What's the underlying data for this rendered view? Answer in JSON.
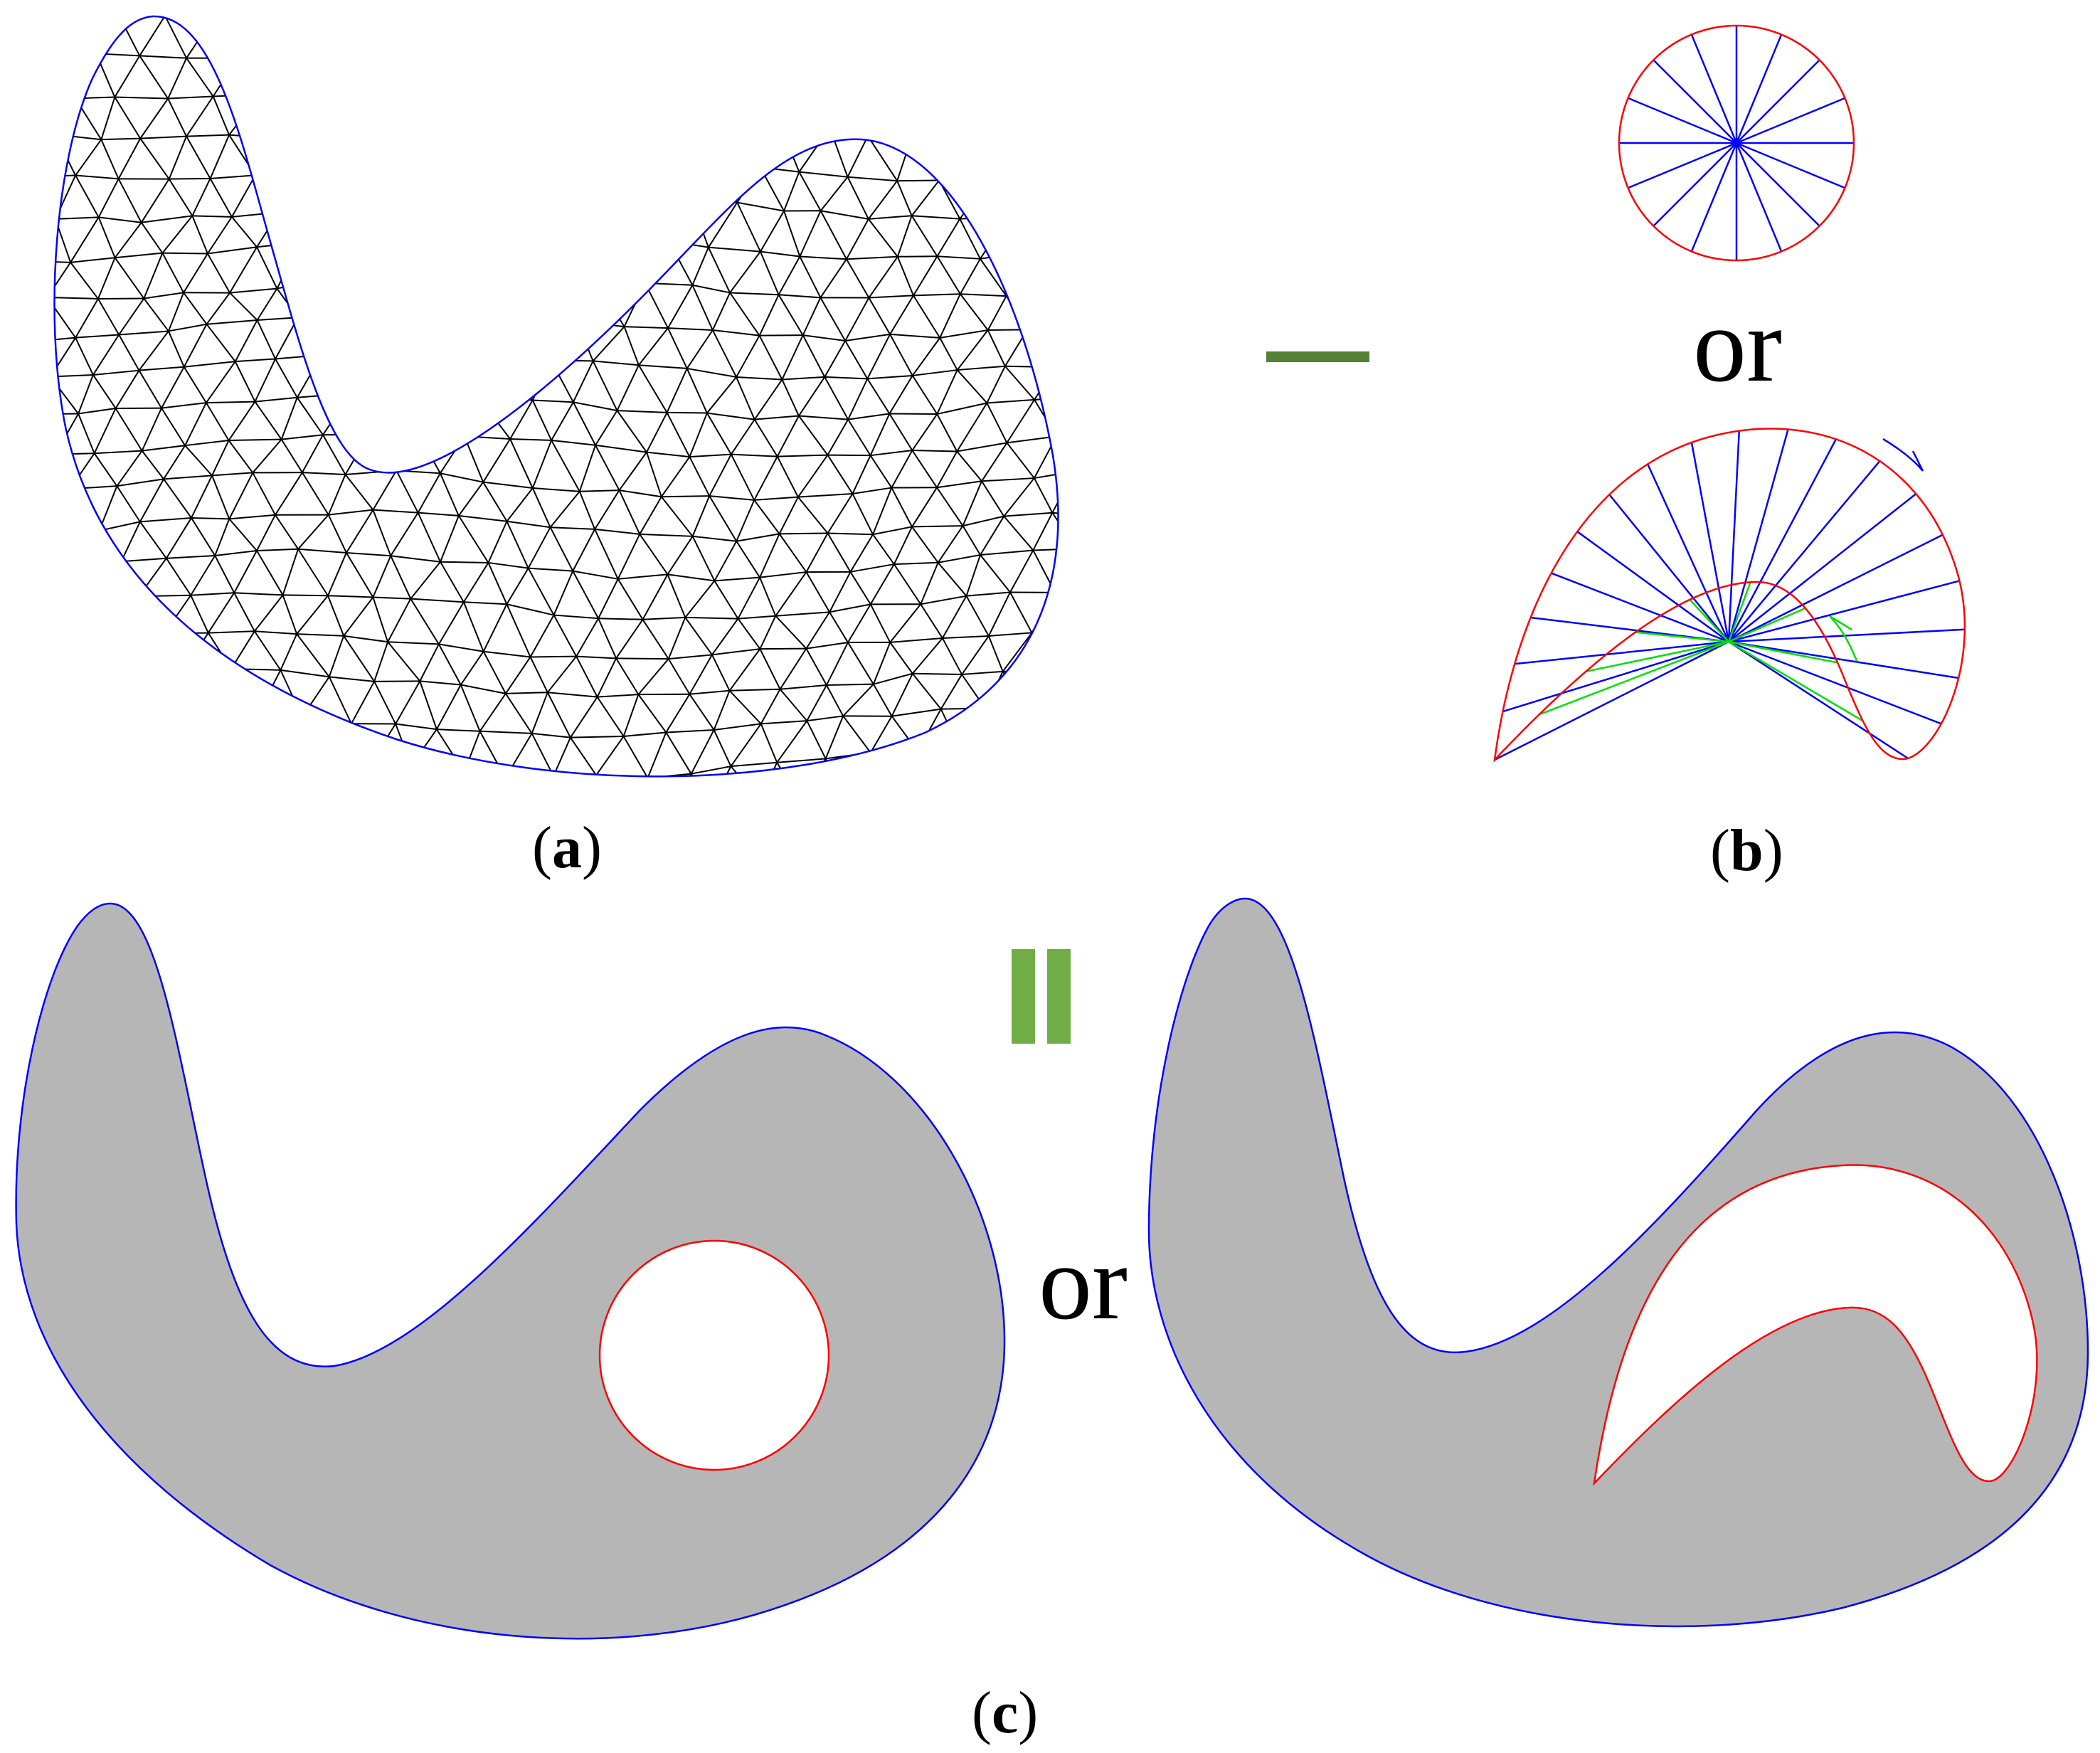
{
  "figure": {
    "panels": [
      {
        "id": "a",
        "label_open": "(",
        "label_letter": "a",
        "label_close": ")",
        "description": "Triangular mesh of domain bounded by blue outer boundary"
      },
      {
        "id": "b",
        "label_open": "(",
        "label_letter": "b",
        "label_close": ")",
        "description": "Star-shaped hole region: circle with radial spokes, or curved region with radial spokes and direction arrows"
      },
      {
        "id": "c",
        "label_open": "(",
        "label_letter": "c",
        "label_close": ")",
        "description": "Gray domain with circular hole or curved hole"
      }
    ],
    "connector_or_top": "or",
    "connector_or_bottom": "or",
    "operators": {
      "minus": {
        "symbol": "minus",
        "color": "#538135"
      },
      "equals": {
        "symbol": "equals-rotated",
        "color": "#70AD47"
      }
    },
    "colors": {
      "outer_boundary": "#0000FF",
      "hole_boundary": "#FF0000",
      "spokes": "#0000FF",
      "secondary_spokes": "#00E000",
      "mesh_edges": "#000000",
      "domain_fill": "#B6B6B6",
      "background": "#FFFFFF"
    },
    "circle_spoke_count": 16
  }
}
